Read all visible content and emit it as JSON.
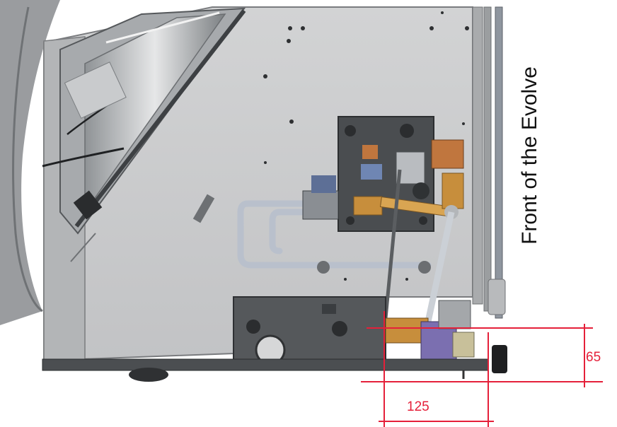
{
  "labels": {
    "front": "Front of the Evolve",
    "dim_width": "125",
    "dim_height": "65"
  },
  "colors": {
    "dimension": "#e5203a",
    "panel": "#c9cacb",
    "frame": "#8d8f91",
    "dark_block": "#45484b",
    "pipe": "#b9c0cc",
    "brass": "#c78e3c",
    "copper": "#c0763e"
  }
}
